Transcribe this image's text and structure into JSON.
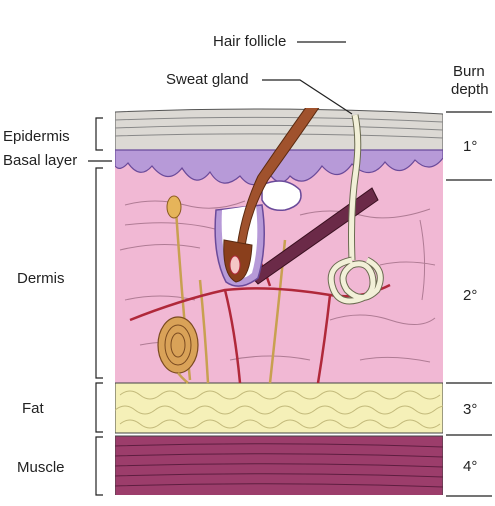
{
  "labels": {
    "hair_follicle": "Hair follicle",
    "sweat_gland": "Sweat gland",
    "burn_depth_line1": "Burn",
    "burn_depth_line2": "depth",
    "epidermis": "Epidermis",
    "basal_layer": "Basal layer",
    "dermis": "Dermis",
    "fat": "Fat",
    "muscle": "Muscle"
  },
  "burn_degrees": {
    "first": "1°",
    "second": "2°",
    "third": "3°",
    "fourth": "4°"
  },
  "colors": {
    "epidermis": "#d9d6d2",
    "basal_layer": "#b79ad8",
    "dermis": "#f1b8d4",
    "fat": "#f5f0b8",
    "muscle": "#9c3d6b",
    "hair": "#a0522d",
    "vessel": "#b0283a",
    "nerve": "#c8a050"
  }
}
